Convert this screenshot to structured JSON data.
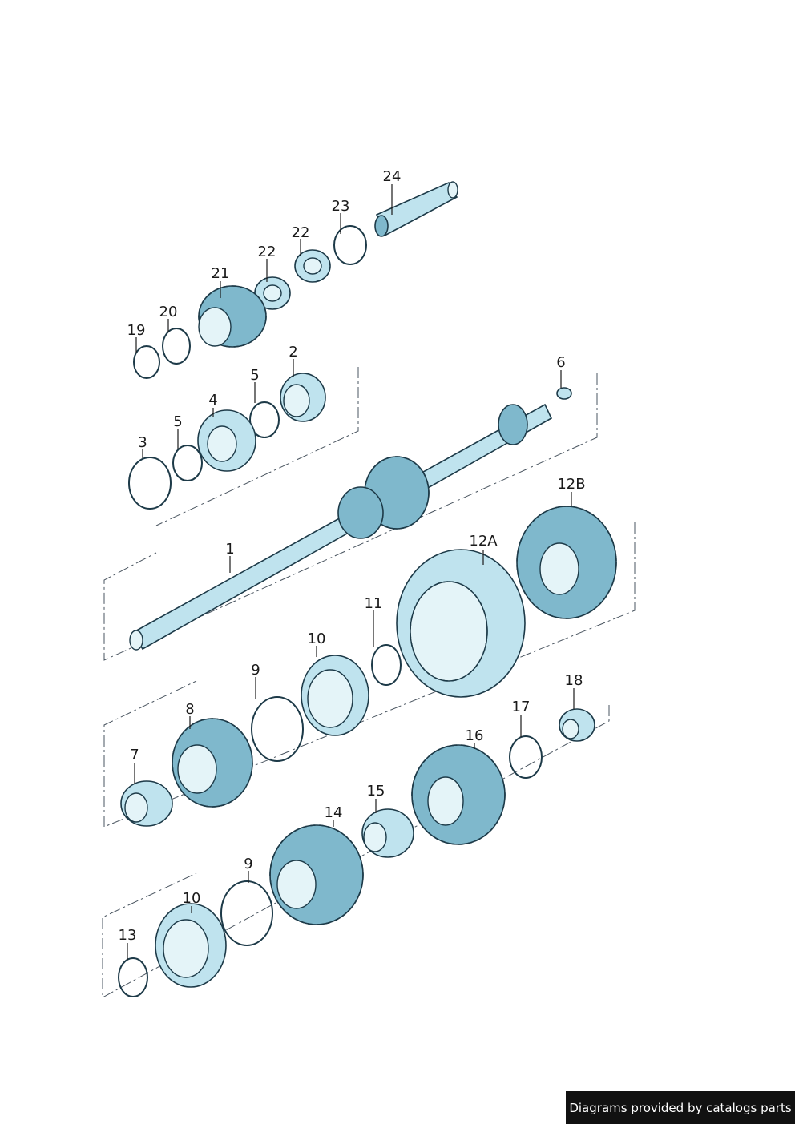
{
  "diagram": {
    "callouts": {
      "c1": "1",
      "c2": "2",
      "c3": "3",
      "c4": "4",
      "c5a": "5",
      "c5b": "5",
      "c6": "6",
      "c7": "7",
      "c8": "8",
      "c9a": "9",
      "c9b": "9",
      "c10a": "10",
      "c10b": "10",
      "c11": "11",
      "c12a": "12A",
      "c12b": "12B",
      "c13": "13",
      "c14": "14",
      "c15": "15",
      "c16": "16",
      "c17": "17",
      "c18": "18",
      "c19": "19",
      "c20": "20",
      "c21": "21",
      "c22a": "22",
      "c22b": "22",
      "c23": "23",
      "c24": "24"
    }
  },
  "footer": {
    "credit": "Diagrams provided by catalogs parts"
  },
  "colors": {
    "part_fill": "#bfe3ee",
    "part_outline": "#1d3a48",
    "banner_bg": "#111111"
  }
}
